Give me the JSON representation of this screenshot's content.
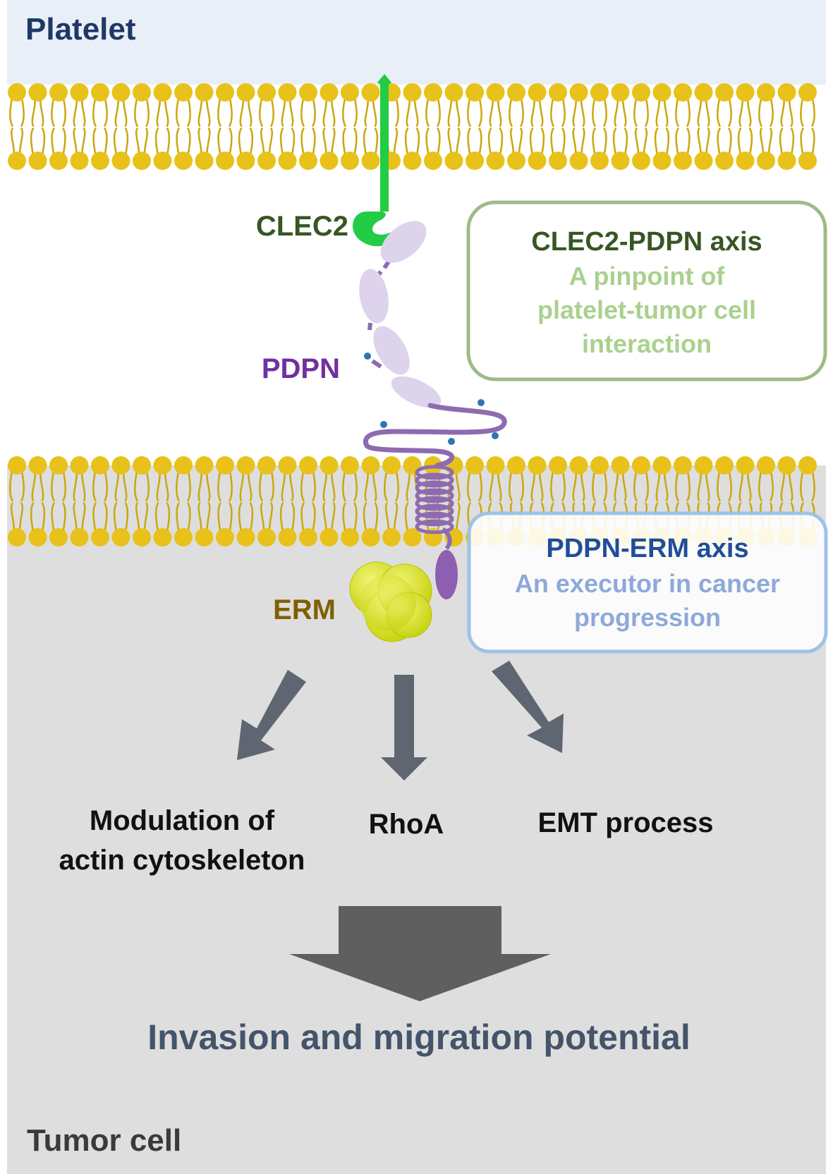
{
  "compartments": {
    "top": {
      "label": "Platelet",
      "color": "#1f3864"
    },
    "bottom": {
      "label": "Tumor cell",
      "color": "#3a3a3a"
    }
  },
  "molecules": {
    "clec2": {
      "label": "CLEC2",
      "color": "#375623"
    },
    "pdpn": {
      "label": "PDPN",
      "color": "#7030a0"
    },
    "erm": {
      "label": "ERM",
      "color": "#7f6000"
    }
  },
  "axis_boxes": {
    "clec2_pdpn": {
      "title": "CLEC2-PDPN axis",
      "lines": [
        "A pinpoint of",
        "platelet-tumor cell",
        "interaction"
      ],
      "title_color": "#375623",
      "text_color": "#a9d18e",
      "border_color": "#9dbb86"
    },
    "pdpn_erm": {
      "title": "PDPN-ERM axis",
      "lines": [
        "An executor in cancer",
        "progression"
      ],
      "title_color": "#1f4e99",
      "text_color": "#8ea9db",
      "border_color": "#9dc3e6"
    }
  },
  "outcomes": [
    {
      "lines": [
        "Modulation of",
        "actin cytoskeleton"
      ]
    },
    {
      "lines": [
        "RhoA"
      ]
    },
    {
      "lines": [
        "EMT process"
      ]
    }
  ],
  "result": {
    "label": "Invasion and migration potential",
    "color": "#44546a"
  },
  "colors": {
    "platelet_bg": "#e8eff7",
    "tumor_bg": "#dedede",
    "lipid_head": "#e8c21a",
    "lipid_tail": "#c9a80c",
    "clec2_green": "#22cc44",
    "pdpn_chain": "#8e6bb0",
    "pdpn_domain": "#ddd3ec",
    "erm_ball": "#d4df1c",
    "arrow_gray": "#5f6672",
    "big_arrow": "#5f5f5f"
  }
}
